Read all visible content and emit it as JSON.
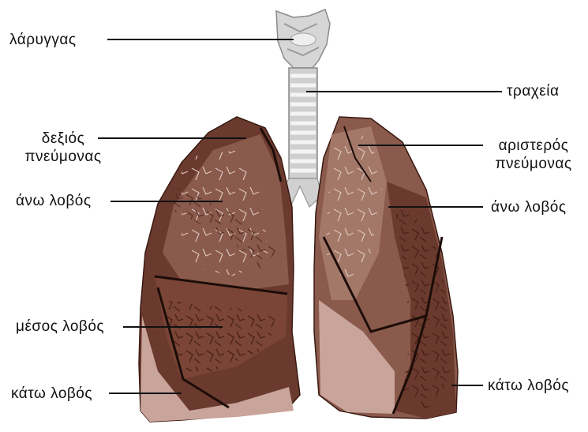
{
  "labels": {
    "larynx": "λάρυγγας",
    "trachea": "τραχεία",
    "right_lung_line1": "δεξιός",
    "right_lung_line2": "πνεύμονας",
    "left_lung_line1": "αριστερός",
    "left_lung_line2": "πνεύμονας",
    "right_upper_lobe": "άνω λοβός",
    "left_upper_lobe": "άνω λοβός",
    "middle_lobe": "μέσος λοβός",
    "right_lower_lobe": "κάτω λοβός",
    "left_lower_lobe": "κάτω λοβός"
  },
  "colors": {
    "lung_dark": "#6b3a2e",
    "lung_mid": "#8a5a4c",
    "lung_light": "#b08478",
    "lung_pale": "#c9a49a",
    "trachea": "#d8d8d8",
    "leader_line": "#111111"
  }
}
